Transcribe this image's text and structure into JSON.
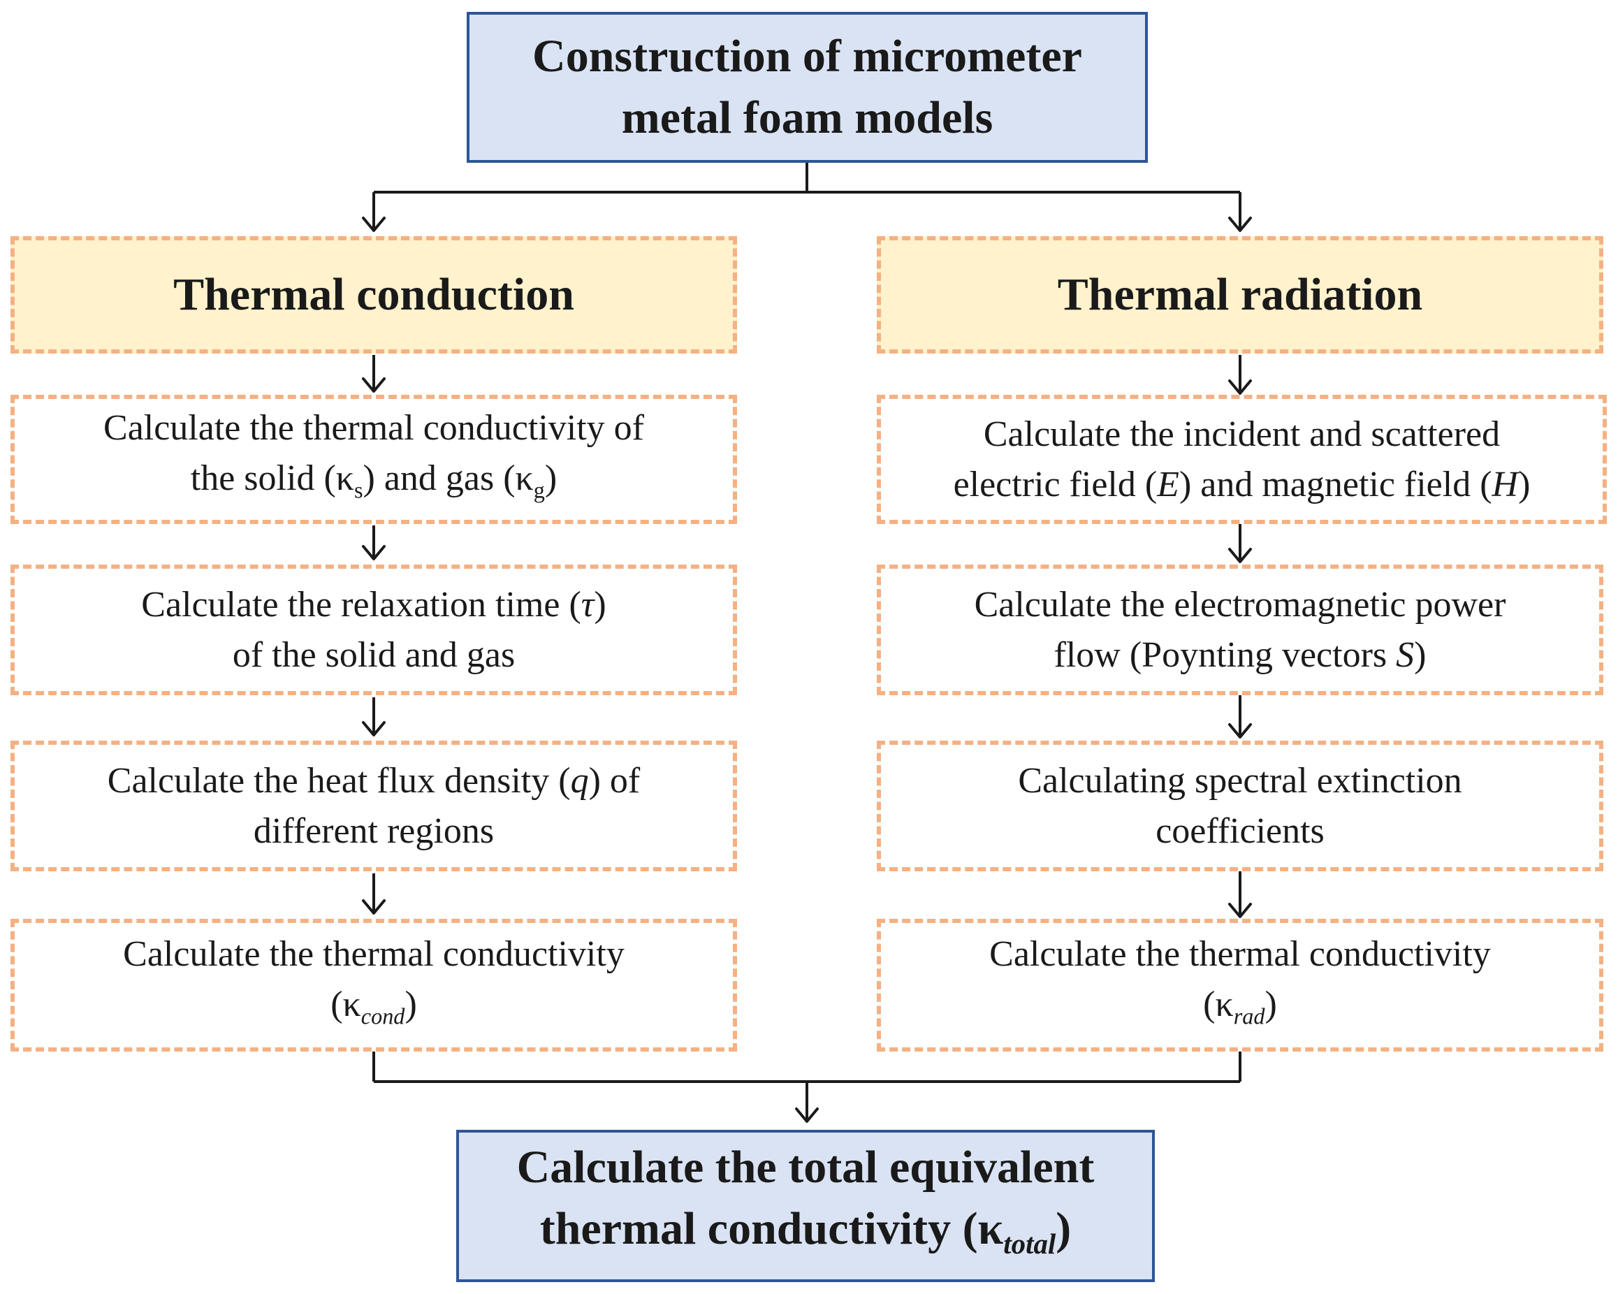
{
  "top_box": {
    "line1": "Construction of micrometer",
    "line2": "metal foam models"
  },
  "conduction": {
    "title": "Thermal conduction",
    "steps": [
      {
        "parts": [
          "Calculate the thermal conductivity of",
          "the solid (κ",
          "s",
          ") and gas (κ",
          "g",
          ")"
        ]
      },
      {
        "line1a": "Calculate the relaxation time (",
        "symbol": "τ",
        "line1b": ")",
        "line2": "of the solid and gas"
      },
      {
        "line1a": "Calculate the heat flux density (",
        "symbol": "q",
        "line1b": ") of",
        "line2": "different regions"
      },
      {
        "line1": "Calculate the thermal conductivity",
        "line2a": "(κ",
        "sub": "cond",
        "line2b": ")"
      }
    ]
  },
  "radiation": {
    "title": "Thermal radiation",
    "steps": [
      {
        "line1": "Calculate the incident and scattered",
        "line2a": "electric field (",
        "e": "E",
        "line2b": ") and magnetic field  (",
        "h": "H",
        "line2c": ")"
      },
      {
        "line1": "Calculate the electromagnetic power",
        "line2a": "flow (Poynting vectors ",
        "s": "S",
        "line2b": ")"
      },
      {
        "line1": "Calculating spectral extinction",
        "line2": "coefficients"
      },
      {
        "line1": "Calculate the thermal conductivity",
        "line2a": "(κ",
        "sub": "rad",
        "line2b": ")"
      }
    ]
  },
  "bottom_box": {
    "line1": "Calculate the total equivalent",
    "line2a": "thermal conductivity (κ",
    "sub": "total",
    "line2b": ")"
  },
  "colors": {
    "blue_fill": "#dae3f3",
    "blue_border": "#2f5597",
    "header_fill": "#fff2cc",
    "dashed_border": "#f4b183"
  }
}
